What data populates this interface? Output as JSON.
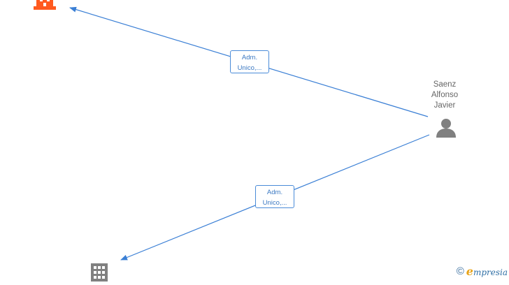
{
  "person": {
    "name_lines": [
      "Saenz",
      "Alfonso",
      "Javier"
    ],
    "icon": "person-icon"
  },
  "companies": [
    {
      "icon": "building-icon",
      "color": "#ff5a1f"
    },
    {
      "icon": "building-icon",
      "color": "#808080"
    }
  ],
  "relations": [
    {
      "label_lines": [
        "Adm.",
        "Unico,..."
      ]
    },
    {
      "label_lines": [
        "Adm.",
        "Unico,..."
      ]
    }
  ],
  "colors": {
    "edge": "#3a7fd5",
    "person_icon": "#808080",
    "highlight_company": "#ff5a1f",
    "company": "#808080"
  },
  "watermark": {
    "symbol": "©",
    "brand_initial": "e",
    "brand_rest": "mpresia"
  }
}
